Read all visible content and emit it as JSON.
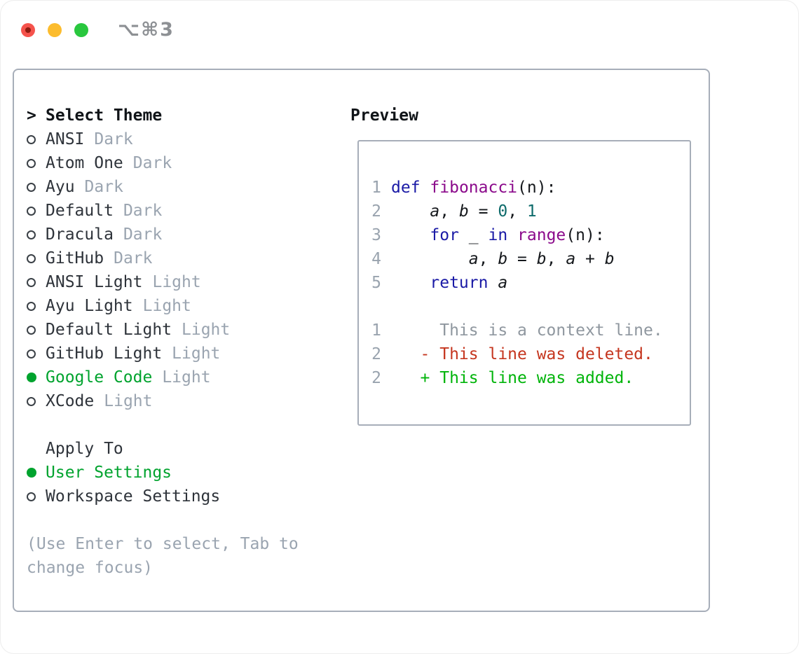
{
  "window": {
    "title": "⌥⌘3"
  },
  "colors": {
    "tl-red": "#f5534c",
    "tl-red-dot": "#8e1c10",
    "tl-yellow": "#fcbc2e",
    "tl-green": "#29c73e",
    "title-gray": "#8d9094",
    "panel-border": "#a7aeb9",
    "text-main": "#2e333a",
    "text-heading": "#101418",
    "muted": "#9aa4b0",
    "selection-green": "#00a32e",
    "radio-ring": "#3a4046",
    "line-number": "#99a3ae",
    "code-plain": "#15181c",
    "code-keyword": "#1a1aa6",
    "code-name": "#8b0a8b",
    "code-literal": "#0e6b6b",
    "diff-context": "#8f979f",
    "diff-deleted": "#c5361f",
    "diff-added": "#00b40a"
  },
  "theme_picker": {
    "header": {
      "prompt": ">",
      "label": "Select Theme"
    },
    "themes": [
      {
        "name": "ANSI",
        "variant": "Dark",
        "selected": false
      },
      {
        "name": "Atom One",
        "variant": "Dark",
        "selected": false
      },
      {
        "name": "Ayu",
        "variant": "Dark",
        "selected": false
      },
      {
        "name": "Default",
        "variant": "Dark",
        "selected": false
      },
      {
        "name": "Dracula",
        "variant": "Dark",
        "selected": false
      },
      {
        "name": "GitHub",
        "variant": "Dark",
        "selected": false
      },
      {
        "name": "ANSI Light",
        "variant": "Light",
        "selected": false
      },
      {
        "name": "Ayu Light",
        "variant": "Light",
        "selected": false
      },
      {
        "name": "Default Light",
        "variant": "Light",
        "selected": false
      },
      {
        "name": "GitHub Light",
        "variant": "Light",
        "selected": false
      },
      {
        "name": "Google Code",
        "variant": "Light",
        "selected": true
      },
      {
        "name": "XCode",
        "variant": "Light",
        "selected": false
      }
    ],
    "apply_to": {
      "label": "Apply To",
      "options": [
        {
          "label": "User Settings",
          "selected": true
        },
        {
          "label": "Workspace Settings",
          "selected": false
        }
      ]
    },
    "hint": "(Use Enter to select, Tab to change focus)"
  },
  "preview": {
    "label": "Preview",
    "code_lines": [
      {
        "num": "1",
        "tokens": [
          {
            "text": "def",
            "type": "kwd"
          },
          {
            "text": " ",
            "type": "pln"
          },
          {
            "text": "fibonacci",
            "type": "typ"
          },
          {
            "text": "(n):",
            "type": "pln"
          }
        ]
      },
      {
        "num": "2",
        "tokens": [
          {
            "text": "    ",
            "type": "pln"
          },
          {
            "text": "a",
            "type": "var"
          },
          {
            "text": ", ",
            "type": "pln"
          },
          {
            "text": "b",
            "type": "var"
          },
          {
            "text": " = ",
            "type": "pln"
          },
          {
            "text": "0",
            "type": "lit"
          },
          {
            "text": ", ",
            "type": "pln"
          },
          {
            "text": "1",
            "type": "lit"
          }
        ]
      },
      {
        "num": "3",
        "tokens": [
          {
            "text": "    ",
            "type": "pln"
          },
          {
            "text": "for",
            "type": "kwd"
          },
          {
            "text": " _ ",
            "type": "pln"
          },
          {
            "text": "in",
            "type": "kwd"
          },
          {
            "text": " ",
            "type": "pln"
          },
          {
            "text": "range",
            "type": "typ"
          },
          {
            "text": "(n):",
            "type": "pln"
          }
        ]
      },
      {
        "num": "4",
        "tokens": [
          {
            "text": "        ",
            "type": "pln"
          },
          {
            "text": "a",
            "type": "var"
          },
          {
            "text": ", ",
            "type": "pln"
          },
          {
            "text": "b",
            "type": "var"
          },
          {
            "text": " = ",
            "type": "pln"
          },
          {
            "text": "b",
            "type": "var"
          },
          {
            "text": ", ",
            "type": "pln"
          },
          {
            "text": "a",
            "type": "var"
          },
          {
            "text": " + ",
            "type": "pln"
          },
          {
            "text": "b",
            "type": "var"
          }
        ]
      },
      {
        "num": "5",
        "tokens": [
          {
            "text": "    ",
            "type": "pln"
          },
          {
            "text": "return",
            "type": "kwd"
          },
          {
            "text": " ",
            "type": "pln"
          },
          {
            "text": "a",
            "type": "var"
          }
        ]
      }
    ],
    "diff_lines": [
      {
        "num": "1",
        "text": "     This is a context line.",
        "kind": "context"
      },
      {
        "num": "2",
        "text": "   - This line was deleted.",
        "kind": "deleted"
      },
      {
        "num": "2",
        "text": "   + This line was added.",
        "kind": "added"
      }
    ]
  }
}
